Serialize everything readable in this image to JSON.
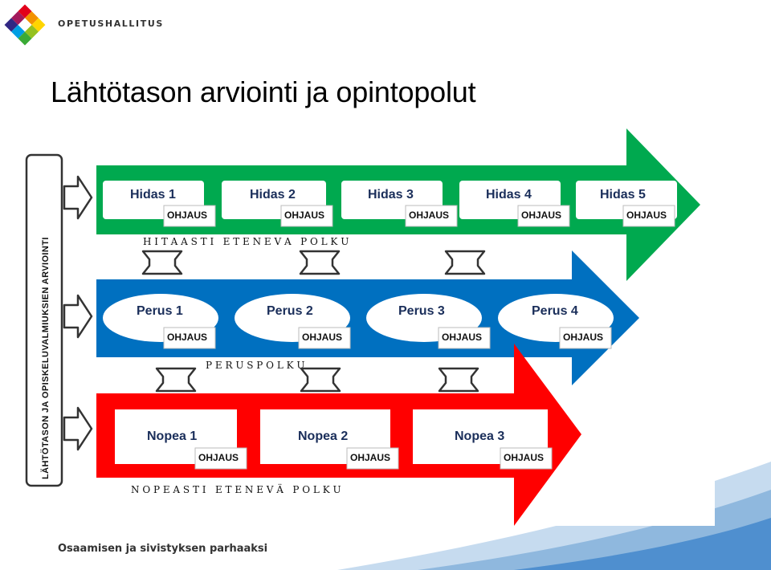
{
  "header": {
    "brand": "OPETUSHALLITUS",
    "title": "Lähtötason arviointi ja opintopolut"
  },
  "side_label": "LÄHTÖTASON JA OPISKELUVALMIUKSIEN ARVIOINTI",
  "ohjaus_label": "OHJAUS",
  "lanes": {
    "slow": {
      "color": "#00a94f",
      "label": "H I T A A S T I   E T E N E V A   P O L K U",
      "boxes": [
        "Hidas 1",
        "Hidas 2",
        "Hidas 3",
        "Hidas 4",
        "Hidas 5"
      ]
    },
    "basic": {
      "color": "#0070c0",
      "label": "P E R U S P O L K U",
      "boxes": [
        "Perus 1",
        "Perus 2",
        "Perus 3",
        "Perus 4"
      ]
    },
    "fast": {
      "color": "#ff0000",
      "label": "N O P E A S T I   E T E N E V Ä   P O L K U",
      "boxes": [
        "Nopea 1",
        "Nopea 2",
        "Nopea 3"
      ]
    }
  },
  "footer": {
    "slogan": "Osaamisen ja sivistyksen parhaaksi"
  }
}
